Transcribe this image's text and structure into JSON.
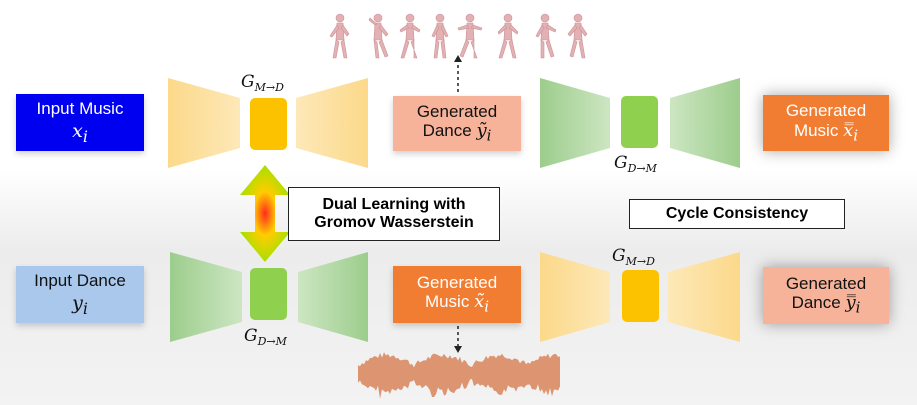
{
  "boxes": {
    "input_music": {
      "label": "Input Music",
      "math": "x",
      "math_sub": "i",
      "color": "#0000f0"
    },
    "input_dance": {
      "label": "Input Dance",
      "math": "y",
      "math_sub": "i",
      "color": "#a9c8ec"
    },
    "generated_dance_top": {
      "label_line1": "Generated",
      "label_line2": "Dance",
      "math": "ỹ",
      "math_sub": "i",
      "color": "#f7b39a"
    },
    "generated_music_bottom": {
      "label_line1": "Generated",
      "label_line2": "Music",
      "math": "x̃",
      "math_sub": "i",
      "color": "#f07d32"
    },
    "generated_music_top": {
      "label_line1": "Generated",
      "label_line2": "Music",
      "math": "x̿",
      "math_sub": "i",
      "color": "#f07d32"
    },
    "generated_dance_bottom": {
      "label_line1": "Generated",
      "label_line2": "Dance",
      "math": "y̿",
      "math_sub": "i",
      "color": "#f7b39a"
    }
  },
  "generators": {
    "top_left": {
      "symbol": "G",
      "sub": "M→D",
      "color": "#fcc200"
    },
    "top_right": {
      "symbol": "G",
      "sub": "D→M",
      "color": "#8fd04f"
    },
    "bottom_left": {
      "symbol": "G",
      "sub": "D→M",
      "color": "#8fd04f"
    },
    "bottom_right": {
      "symbol": "G",
      "sub": "M→D",
      "color": "#fcc200"
    }
  },
  "labels": {
    "dual_line1": "Dual Learning with",
    "dual_line2": "Gromov Wasserstein",
    "cycle": "Cycle Consistency"
  },
  "colors": {
    "music_trapezoid": "#fde4a6",
    "dance_trapezoid": "#b6d8a8",
    "waveform": "#d98a63",
    "dancer": "#e3b1b4",
    "dual_arrow_outer": "#a8e000",
    "dual_arrow_inner": "#ff3a1e"
  }
}
